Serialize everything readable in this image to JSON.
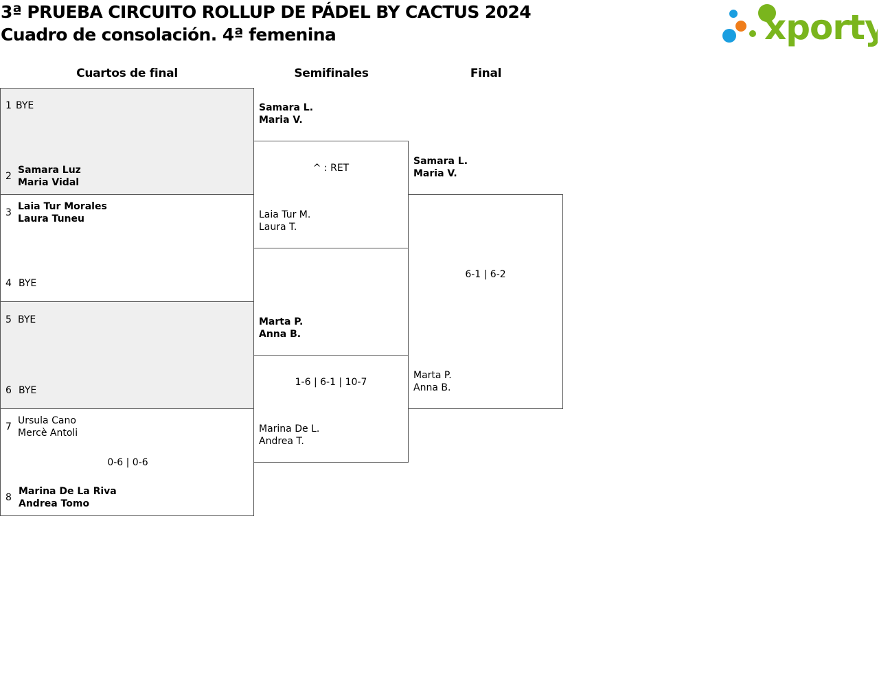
{
  "header": {
    "title": "3ª PRUEBA CIRCUITO ROLLUP DE PÁDEL BY CACTUS 2024",
    "subtitle": "Cuadro de consolación. 4ª femenina",
    "logo_text": "xporty",
    "logo_colors": {
      "green": "#7ab51d",
      "blue": "#1a9ee0",
      "orange": "#ef7d1a"
    }
  },
  "rounds": {
    "quarter": "Cuartos de final",
    "semi": "Semifinales",
    "final": "Final"
  },
  "quarterfinals": [
    {
      "slot_top": "1",
      "top_line1": "BYE",
      "top_line2": "",
      "slot_bottom": "2",
      "bottom_line1": "Samara Luz",
      "bottom_line2": "Maria Vidal",
      "score": ""
    },
    {
      "slot_top": "3",
      "top_line1": "Laia Tur Morales",
      "top_line2": "Laura Tuneu",
      "slot_bottom": "4",
      "bottom_line1": "BYE",
      "bottom_line2": "",
      "score": ""
    },
    {
      "slot_top": "5",
      "top_line1": "BYE",
      "top_line2": "",
      "slot_bottom": "6",
      "bottom_line1": "BYE",
      "bottom_line2": "",
      "score": ""
    },
    {
      "slot_top": "7",
      "top_line1": "Ursula Cano",
      "top_line2": "Mercè Antoli",
      "slot_bottom": "8",
      "bottom_line1": "Marina De La Riva",
      "bottom_line2": "Andrea Tomo",
      "score": "0-6 | 0-6"
    }
  ],
  "semifinals": [
    {
      "top_line1": "Samara L.",
      "top_line2": "Maria V.",
      "score": "^ : RET",
      "bottom_line1": "Laia Tur M.",
      "bottom_line2": "Laura T."
    },
    {
      "top_line1": "Marta P.",
      "top_line2": "Anna B.",
      "score": "1-6 | 6-1 | 10-7",
      "bottom_line1": "Marina De L.",
      "bottom_line2": "Andrea T."
    }
  ],
  "final": {
    "top_line1": "Samara L.",
    "top_line2": "Maria V.",
    "score": "6-1 | 6-2",
    "bottom_line1": "Marta P.",
    "bottom_line2": "Anna B."
  }
}
